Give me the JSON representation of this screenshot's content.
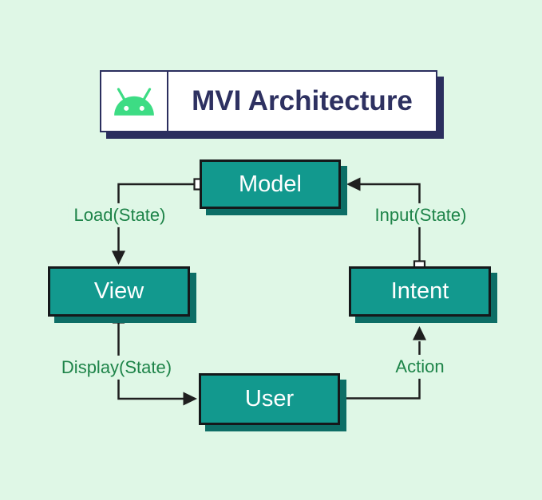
{
  "title": {
    "text": "MVI Architecture"
  },
  "logo": {
    "name": "android-icon"
  },
  "nodes": {
    "model": {
      "label": "Model"
    },
    "view": {
      "label": "View"
    },
    "intent": {
      "label": "Intent"
    },
    "user": {
      "label": "User"
    }
  },
  "edges": {
    "model_to_view": {
      "label": "Load(State)"
    },
    "intent_to_model": {
      "label": "Input(State)"
    },
    "view_to_user": {
      "label": "Display(State)"
    },
    "user_to_intent": {
      "label": "Action"
    }
  },
  "colors": {
    "bg": "#dff7e6",
    "node-fill": "#12998e",
    "node-shadow": "#0d6e66",
    "node-border": "#15181a",
    "line": "#1f1f1f",
    "label-green": "#1e8449",
    "navy": "#2b2e5e",
    "title-text": "#2e3161",
    "android-green": "#3ddc84",
    "card-bg": "#ffffff"
  }
}
